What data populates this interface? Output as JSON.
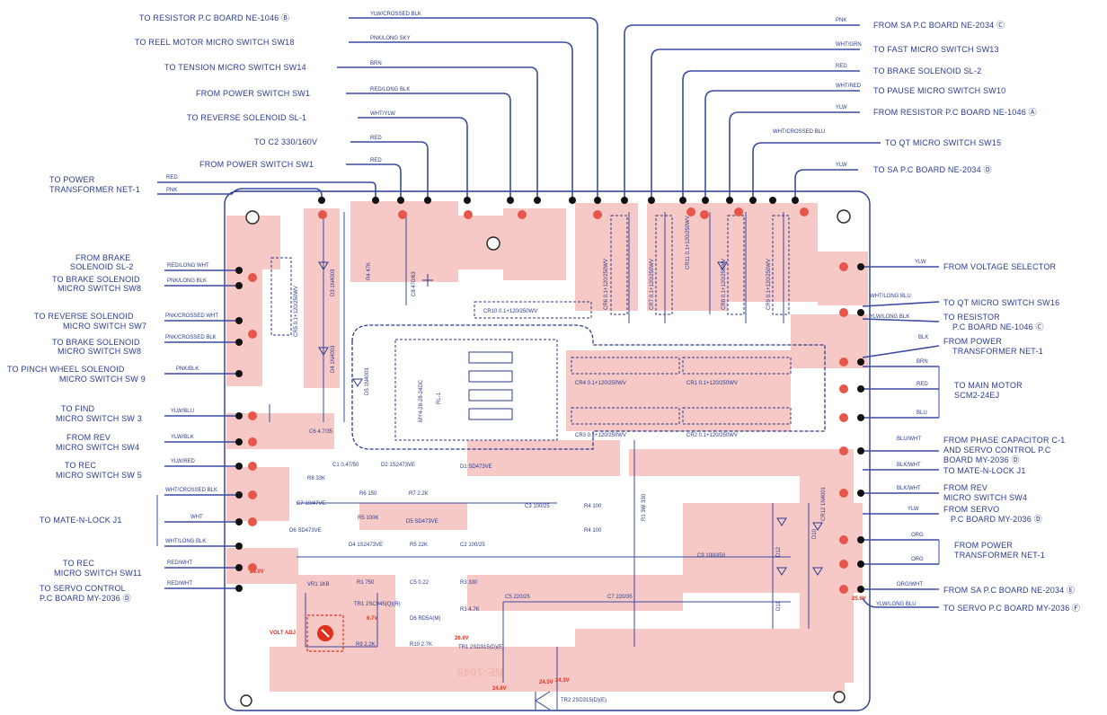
{
  "top_labels": [
    {
      "text": "TO RESISTOR  P.C BOARD NE-1046 Ⓑ",
      "wire": "YLW/CROSSED BLK"
    },
    {
      "text": "TO REEL MOTOR MICRO SWITCH SW18",
      "wire": "PNK/LONG SKY"
    },
    {
      "text": "TO TENSION MICRO SWITCH SW14",
      "wire": "BRN"
    },
    {
      "text": "FROM POWER SWITCH SW1",
      "wire": "RED/LONG BLK"
    },
    {
      "text": "TO REVERSE SOLENOID SL-1",
      "wire": "WHT/YLW"
    },
    {
      "text": "TO C2 330/160V",
      "wire": "RED"
    },
    {
      "text": "FROM POWER SWITCH SW1",
      "wire": "RED"
    }
  ],
  "power_transformer": {
    "text1": "TO POWER",
    "text2": "TRANSFORMER NET-1",
    "wire1": "RED",
    "wire2": "PNK"
  },
  "right_top_labels": [
    {
      "text": "FROM SA P.C BOARD NE-2034 Ⓒ",
      "wire": "PNK"
    },
    {
      "text": "TO FAST MICRO SWITCH SW13",
      "wire": "WHT/GRN"
    },
    {
      "text": "TO BRAKE SOLENOID SL-2",
      "wire": "RED"
    },
    {
      "text": "TO PAUSE MICRO SWITCH SW10",
      "wire": "WHT/RED"
    },
    {
      "text": "FROM RESISTOR P.C BOARD NE-1046 Ⓐ",
      "wire": "YLW"
    },
    {
      "text": "TO QT MICRO SWITCH SW15",
      "wire": "WHT/CROSSED BLU"
    },
    {
      "text": "TO SA P.C BOARD NE-2034 Ⓓ",
      "wire": "YLW"
    }
  ],
  "right_labels": [
    {
      "text": "FROM VOLTAGE SELECTOR",
      "wire": "YLW"
    },
    {
      "text": "TO QT MICRO SWITCH SW16",
      "wire": "WHT/LONG BLU"
    },
    {
      "text": "TO RESISTOR",
      "text2": "P.C BOARD NE-1046 Ⓒ",
      "wire": "YLW/LONG BLK"
    },
    {
      "text": "FROM POWER",
      "text2": "TRANSFORMER NET-1",
      "wire": "BLK"
    },
    {
      "text": "TO MAIN MOTOR",
      "text2": "SCM2-24EJ",
      "wires": [
        "BRN",
        "RED",
        "BLU"
      ]
    },
    {
      "text": "FROM PHASE CAPACITOR C-1",
      "text2": "AND SERVO CONTROL P.C",
      "text3": "BOARD MY-2036 Ⓓ",
      "wire": "BLU/WHT"
    },
    {
      "text": "TO MATE-N-LOCK J1",
      "wire": "BLK/WHT"
    },
    {
      "text": "FROM REV",
      "text2": "MICRO SWITCH SW4",
      "wire": "BLK/WHT"
    },
    {
      "text": "FROM SERVO",
      "text2": "P.C BOARD MY-2036 Ⓓ",
      "wire": "YLW"
    },
    {
      "text": "FROM POWER",
      "text2": "TRANSFORMER NET-1",
      "wires": [
        "ORG",
        "ORG"
      ]
    },
    {
      "text": "FROM SA P.C BOARD NE-2034 Ⓔ",
      "wire": "ORG/WHT"
    },
    {
      "text": "TO SERVO P.C BOARD MY-2036 Ⓕ",
      "wire": "YLW/LONG BLU"
    }
  ],
  "left_labels": [
    {
      "text": "FROM BRAKE",
      "text2": "SOLENOID SL-2",
      "wire": "RED/LONG WHT"
    },
    {
      "text": "TO BRAKE SOLENOID",
      "text2": "MICRO SWITCH SW8",
      "wire": "PNK/LONG BLK"
    },
    {
      "text": "TO REVERSE SOLENOID",
      "text2": "MICRO SWITCH SW7",
      "wire": "PNK/CROSSED WHT"
    },
    {
      "text": "TO BRAKE SOLENOID",
      "text2": "MICRO SWITCH SW8",
      "wire": "PNK/CROSSED BLK"
    },
    {
      "text": "TO PINCH WHEEL SOLENOID",
      "text2": "MICRO SWITCH SW 9",
      "wire": "PNK/BLK"
    },
    {
      "text": "TO FIND",
      "text2": "MICRO SWITCH SW 3",
      "wire": "YLW/BLU"
    },
    {
      "text": "FROM REV",
      "text2": "MICRO SWITCH SW4",
      "wire": "YLW/BLK"
    },
    {
      "text": "TO REC",
      "text2": "MICRO SWITCH SW 5",
      "wire": "YLW/RED"
    },
    {
      "text": "TO MATE-N-LOCK J1",
      "wires": [
        "WHT/CROSSED BLK",
        "WHT",
        "WHT/LONG BLK"
      ]
    },
    {
      "text": "TO REC",
      "text2": "MICRO SWITCH SW11",
      "wire": "RED/WHT"
    },
    {
      "text": "TO SERVO CONTROL",
      "text2": "P.C BOARD MY-2036 Ⓓ",
      "wire": "RED/WHT"
    }
  ],
  "components": [
    {
      "id": "d3",
      "text": "D3 1N4003"
    },
    {
      "id": "d4",
      "text": "D4 1N4003"
    },
    {
      "id": "r4",
      "text": "R4 47K"
    },
    {
      "id": "c8",
      "text": "C8 470/63"
    },
    {
      "id": "cr5",
      "text": "CR5 0.1+120/250WV"
    },
    {
      "id": "cr6",
      "text": "CR6 0.1+120/250WV"
    },
    {
      "id": "cr7",
      "text": "CR7 0.1+120/250WV"
    },
    {
      "id": "cr8",
      "text": "CR8 0.1+120/250WV"
    },
    {
      "id": "cr9",
      "text": "CR9 0.1+120/250WV"
    },
    {
      "id": "cr10",
      "text": "CR10 0.1+120/250WV"
    },
    {
      "id": "cr4",
      "text": "CR4 0.1+120/250WV"
    },
    {
      "id": "cr1",
      "text": "CR1 0.1+120/250WV"
    },
    {
      "id": "cr3",
      "text": "CR3 0.1+120/250WV"
    },
    {
      "id": "cr2",
      "text": "CR2 0.1+120/250WV"
    },
    {
      "id": "cr11",
      "text": "CR11 0.1+120/250WV"
    },
    {
      "id": "d5",
      "text": "D5 1N4003"
    },
    {
      "id": "rl1",
      "text": "RL-1"
    },
    {
      "id": "relay",
      "text": "MY4-28-28-24DC"
    },
    {
      "id": "c6",
      "text": "C6 4.7/35"
    },
    {
      "id": "c1",
      "text": "C1 0.47/50"
    },
    {
      "id": "d2",
      "text": "D2 1S2473VE"
    },
    {
      "id": "d1",
      "text": "D1 SD473VE"
    },
    {
      "id": "r8",
      "text": "R8 33K"
    },
    {
      "id": "r6",
      "text": "R6 150"
    },
    {
      "id": "r7",
      "text": "R7 2.2K"
    },
    {
      "id": "c7",
      "text": "C7 10/47VE"
    },
    {
      "id": "r5b",
      "text": "R5 100K"
    },
    {
      "id": "d5b",
      "text": "D5 SD473VE"
    },
    {
      "id": "c3",
      "text": "C3 100/25"
    },
    {
      "id": "r4b",
      "text": "R4 100"
    },
    {
      "id": "d6",
      "text": "D6 SD473VE"
    },
    {
      "id": "d4b",
      "text": "D4 1S2473VE"
    },
    {
      "id": "r5",
      "text": "R5 22K"
    },
    {
      "id": "c2",
      "text": "C2 100/25"
    },
    {
      "id": "r4c",
      "text": "R4 100"
    },
    {
      "id": "r11",
      "text": "R1 3W 330"
    },
    {
      "id": "c5",
      "text": "C5 220/25"
    },
    {
      "id": "c7b",
      "text": "C7 220/35"
    },
    {
      "id": "c9",
      "text": "C9 1000/50"
    },
    {
      "id": "cr12",
      "text": "CR12 1N4001"
    },
    {
      "id": "d12",
      "text": "D12"
    },
    {
      "id": "d11",
      "text": "D11"
    },
    {
      "id": "d10",
      "text": "D10"
    },
    {
      "id": "vr1",
      "text": "VR1 1KB"
    },
    {
      "id": "r1",
      "text": "R1 750"
    },
    {
      "id": "c5b",
      "text": "C5 0.22"
    },
    {
      "id": "r3",
      "text": "R3 330"
    },
    {
      "id": "tr1",
      "text": "TR1 2SC945(Q)(R)"
    },
    {
      "id": "r3b",
      "text": "R3 4.7K"
    },
    {
      "id": "d6b",
      "text": "D6 RD5A(M)"
    },
    {
      "id": "r9",
      "text": "R9 2.2K"
    },
    {
      "id": "r10",
      "text": "R10 2.7K"
    },
    {
      "id": "tr2b",
      "text": "TR1 2SD315(D)(E)"
    },
    {
      "id": "tr2",
      "text": "TR2 2SD315(D)(E)"
    }
  ],
  "test_points": [
    "24.0V",
    "24.5V",
    "24.3V",
    "24.6V",
    "6.7V",
    "26.6V",
    "25.6V"
  ],
  "volt_adj": "VOLT ADJ",
  "board_mark": "NE-1045"
}
